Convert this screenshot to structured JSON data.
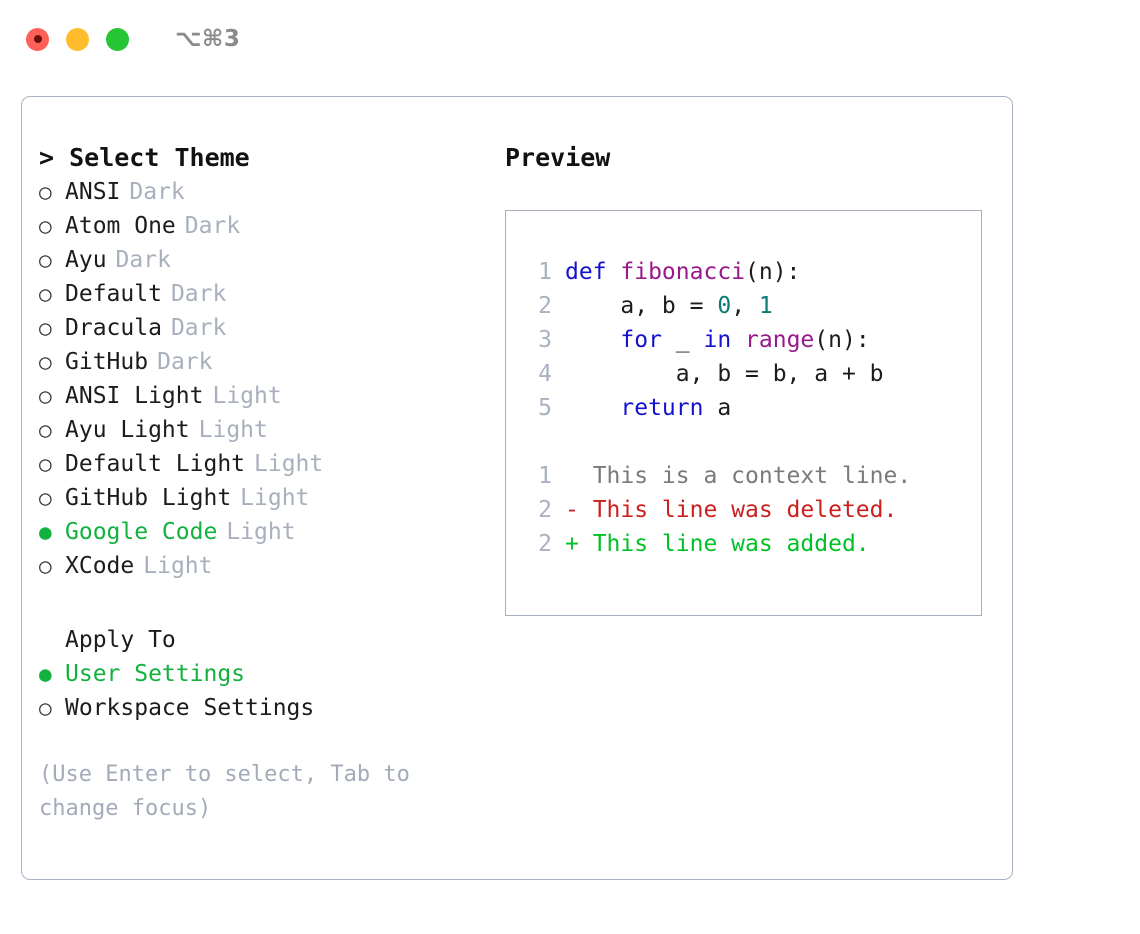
{
  "titlebar": {
    "shortcut": "⌥⌘3",
    "buttons": [
      {
        "name": "close",
        "color": "#ff6159"
      },
      {
        "name": "minimize",
        "color": "#ffbd2e"
      },
      {
        "name": "maximize",
        "color": "#25c535"
      }
    ]
  },
  "left": {
    "heading": "> Select Theme",
    "themes": [
      {
        "marker": "○",
        "name": "ANSI",
        "tag": "Dark",
        "selected": false
      },
      {
        "marker": "○",
        "name": "Atom One",
        "tag": "Dark",
        "selected": false
      },
      {
        "marker": "○",
        "name": "Ayu",
        "tag": "Dark",
        "selected": false
      },
      {
        "marker": "○",
        "name": "Default",
        "tag": "Dark",
        "selected": false
      },
      {
        "marker": "○",
        "name": "Dracula",
        "tag": "Dark",
        "selected": false
      },
      {
        "marker": "○",
        "name": "GitHub",
        "tag": "Dark",
        "selected": false
      },
      {
        "marker": "○",
        "name": "ANSI Light",
        "tag": "Light",
        "selected": false
      },
      {
        "marker": "○",
        "name": "Ayu Light",
        "tag": "Light",
        "selected": false
      },
      {
        "marker": "○",
        "name": "Default Light",
        "tag": "Light",
        "selected": false
      },
      {
        "marker": "○",
        "name": "GitHub Light",
        "tag": "Light",
        "selected": false
      },
      {
        "marker": "●",
        "name": "Google Code",
        "tag": "Light",
        "selected": true
      },
      {
        "marker": "○",
        "name": "XCode",
        "tag": "Light",
        "selected": false
      }
    ],
    "apply_to": {
      "heading": "Apply To",
      "options": [
        {
          "marker": "●",
          "label": "User Settings",
          "selected": true
        },
        {
          "marker": "○",
          "label": "Workspace Settings",
          "selected": false
        }
      ]
    },
    "hint": "(Use Enter to select, Tab to change focus)"
  },
  "right": {
    "heading": "Preview",
    "code_lines": [
      {
        "num": "1",
        "tokens": [
          {
            "t": "def ",
            "c": "kw"
          },
          {
            "t": "fibonacci",
            "c": "fn"
          },
          {
            "t": "(n):",
            "c": "pl"
          }
        ]
      },
      {
        "num": "2",
        "tokens": [
          {
            "t": "    a, b = ",
            "c": "pl"
          },
          {
            "t": "0",
            "c": "num"
          },
          {
            "t": ", ",
            "c": "pl"
          },
          {
            "t": "1",
            "c": "num"
          }
        ]
      },
      {
        "num": "3",
        "tokens": [
          {
            "t": "    for",
            "c": "kw"
          },
          {
            "t": " _ ",
            "c": "pl"
          },
          {
            "t": "in ",
            "c": "kw"
          },
          {
            "t": "range",
            "c": "fn"
          },
          {
            "t": "(n):",
            "c": "pl"
          }
        ]
      },
      {
        "num": "4",
        "tokens": [
          {
            "t": "        a, b = b, a + b",
            "c": "pl"
          }
        ]
      },
      {
        "num": "5",
        "tokens": [
          {
            "t": "    return",
            "c": "kw"
          },
          {
            "t": " a",
            "c": "pl"
          }
        ]
      }
    ],
    "diff_lines": [
      {
        "num": "1",
        "text": "  This is a context line.",
        "kind": "ctx"
      },
      {
        "num": "2",
        "text": "- This line was deleted.",
        "kind": "del"
      },
      {
        "num": "2",
        "text": "+ This line was added.",
        "kind": "add"
      }
    ]
  },
  "colors": {
    "accent_green": "#13b23f",
    "muted": "#a8b0bd",
    "keyword": "#1313cf",
    "function": "#99188a",
    "number": "#0c7a72",
    "diff_delete": "#cc2020",
    "diff_add": "#00c227",
    "border": "#aab3c0"
  }
}
